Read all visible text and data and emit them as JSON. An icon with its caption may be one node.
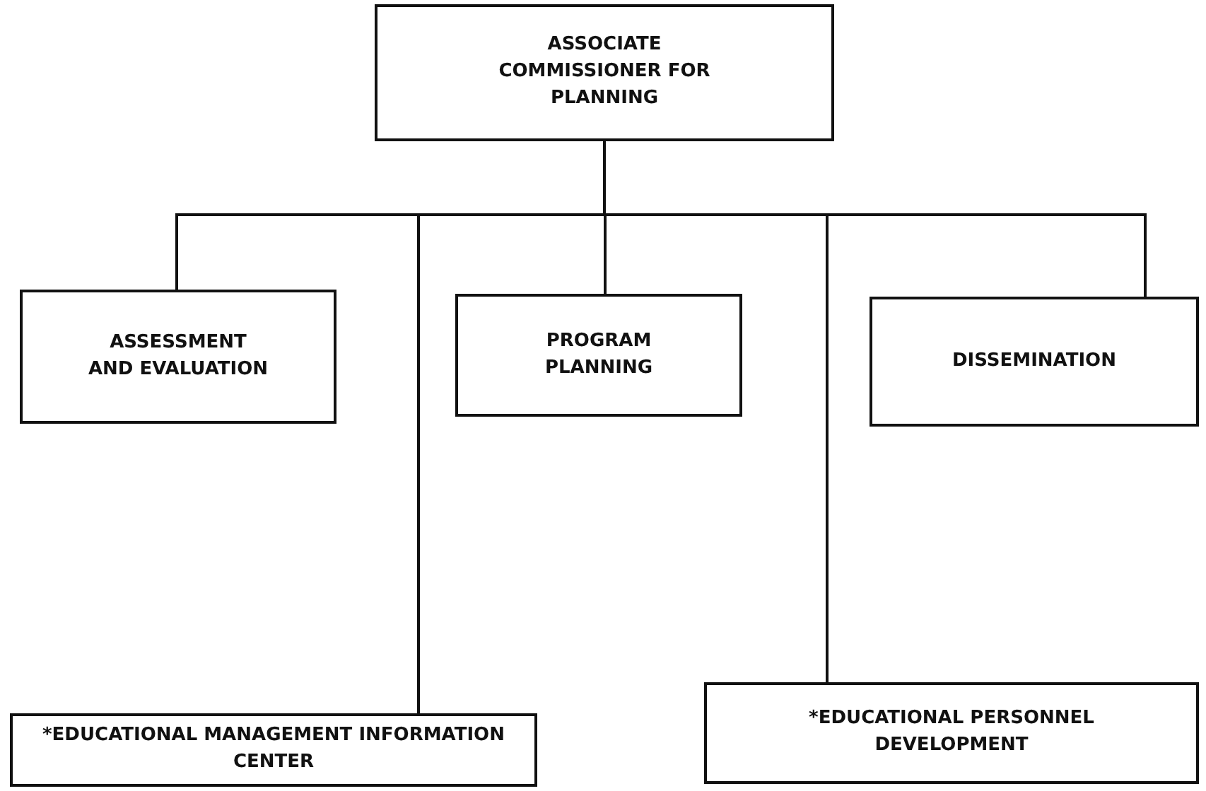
{
  "diagram": {
    "nodes": [
      {
        "text": [
          "ASSOCIATE COMMISSIONER FOR PLANNING"
        ]
      },
      {
        "text": [
          "ASSESSMENT AND EVALUATION"
        ]
      },
      {
        "text": [
          "PROGRAM PLANNING"
        ]
      },
      {
        "text": [
          "DISSEMINATION"
        ]
      },
      {
        "text": [
          "*EDUCATIONAL MANAGEMENT INFORMATION CENTER"
        ]
      },
      {
        "text": [
          "*EDUCATIONAL PERSONNEL DEVELOPMENT"
        ]
      }
    ],
    "edges": [
      {
        "from": 0,
        "to": 1,
        "arrow": "none"
      },
      {
        "from": 0,
        "to": 2,
        "arrow": "none"
      },
      {
        "from": 0,
        "to": 3,
        "arrow": "none"
      },
      {
        "from": 0,
        "to": 4,
        "arrow": "none"
      },
      {
        "from": 0,
        "to": 5,
        "arrow": "none"
      }
    ]
  }
}
